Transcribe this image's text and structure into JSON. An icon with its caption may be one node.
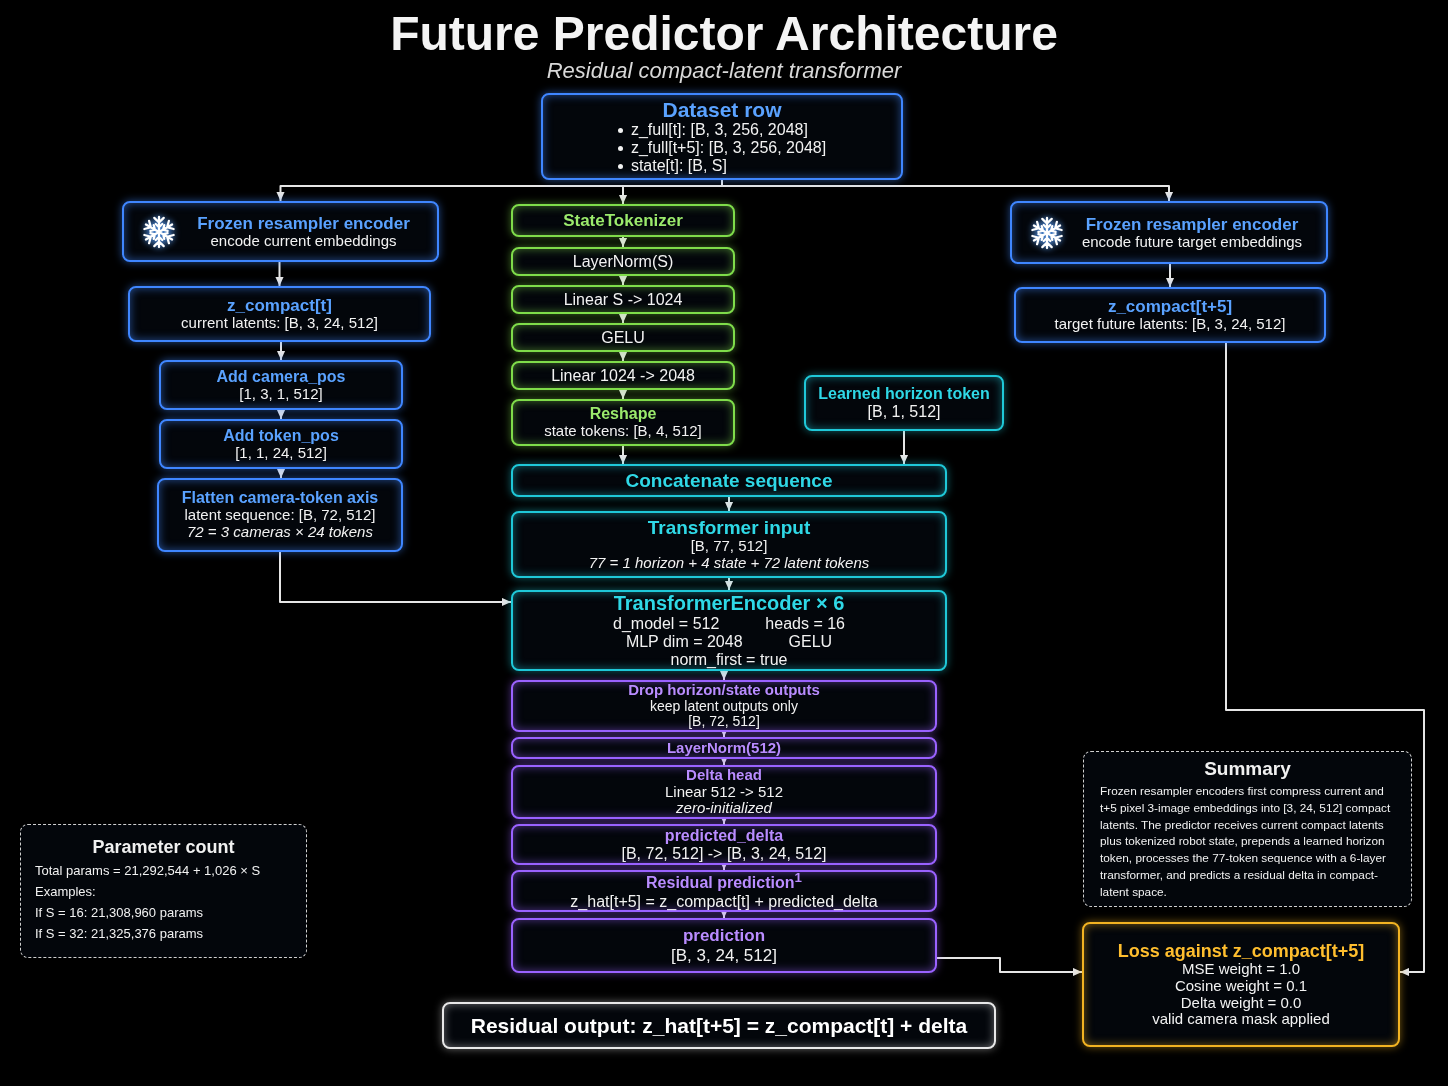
{
  "diagram": {
    "title": "Future Predictor Architecture",
    "nodes": [
      {
        "text": [
          "Dataset row",
          "z_full[t]: [B, 3, 256, 2048]",
          "z_full[t+5]: [B, 3, 256, 2048]",
          "state[t]: [B, S]"
        ]
      },
      {
        "text": [
          "Frozen resampler encoder",
          "encode current embeddings"
        ]
      },
      {
        "text": [
          "z_compact[t]",
          "current latents: [B, 3, 24, 512]"
        ]
      },
      {
        "text": [
          "Add camera_pos",
          "[1, 3, 1, 512]"
        ]
      },
      {
        "text": [
          "Add token_pos",
          "[1, 1, 24, 512]"
        ]
      },
      {
        "text": [
          "Flatten camera-token axis",
          "latent sequence: [B, 72, 512]",
          "72 = 3 cameras × 24 tokens"
        ]
      },
      {
        "text": [
          "StateTokenizer"
        ]
      },
      {
        "text": [
          "LayerNorm(S)"
        ]
      },
      {
        "text": [
          "Linear S -> 1024"
        ]
      },
      {
        "text": [
          "GELU"
        ]
      },
      {
        "text": [
          "Linear 1024 -> 2048"
        ]
      },
      {
        "text": [
          "Reshape",
          "state tokens: [B, 4, 512]"
        ]
      },
      {
        "text": [
          "Learned horizon token",
          "[B, 1, 512]"
        ]
      },
      {
        "text": [
          "Frozen resampler encoder",
          "encode future target embeddings"
        ]
      },
      {
        "text": [
          "z_compact[t+5]",
          "target future latents: [B, 3, 24, 512]"
        ]
      },
      {
        "text": [
          "Concatenate sequence"
        ]
      },
      {
        "text": [
          "Transformer input",
          "[B, 77, 512]",
          "77 = 1 horizon + 4 state + 72 latent tokens"
        ]
      },
      {
        "text": [
          "TransformerEncoder × 6",
          "d_model = 512",
          "heads = 16",
          "MLP dim = 2048",
          "GELU",
          "norm_first = true"
        ]
      },
      {
        "text": [
          "Drop horizon/state outputs",
          "keep latent outputs only",
          "[B, 72, 512]"
        ]
      },
      {
        "text": [
          "LayerNorm(512)"
        ]
      },
      {
        "text": [
          "Delta head",
          "Linear 512 -> 512",
          "zero-initialized"
        ]
      },
      {
        "text": [
          "predicted_delta",
          "[B, 72, 512] -> [B, 3, 24, 512]"
        ]
      },
      {
        "text": [
          "Residual prediction$^{1}$",
          "z_hat[t+5] = z_compact[t] + predicted_delta"
        ]
      },
      {
        "text": [
          "prediction",
          "[B, 3, 24, 512]"
        ]
      },
      {
        "text": [
          "Parameter count",
          "Total params = 21,292,544 + 1,026 × S",
          "Examples:",
          "If S = 16: 21,308,960 params",
          "If S = 32: 21,325,376 params"
        ]
      },
      {
        "text": [
          "Summary",
          "Frozen resampler encoders first compress current and t+5 pixel 3-image embeddings into [3, 24, 512] compact latents. The predictor receives current compact latents plus tokenized robot state, prepends a learned horizon token, processes the 77-token sequence with a 6-layer transformer, and predicts a residual delta in compact-latent space."
        ]
      },
      {
        "text": [
          "Loss against z_compact[t+5]",
          "MSE weight = 1.0",
          "Cosine weight = 0.1",
          "Delta weight = 0.0",
          "valid camera mask applied"
        ]
      },
      {
        "text": [
          "Residual output: z_hat[t+5] = z_compact[t] + delta"
        ]
      }
    ],
    "edges": [
      {
        "from": 0,
        "to": 1,
        "arrow": "to"
      },
      {
        "from": 0,
        "to": 6,
        "arrow": "to"
      },
      {
        "from": 0,
        "to": 13,
        "arrow": "to"
      },
      {
        "from": 1,
        "to": 2,
        "arrow": "to"
      },
      {
        "from": 2,
        "to": 3,
        "arrow": "to"
      },
      {
        "from": 3,
        "to": 4,
        "arrow": "to"
      },
      {
        "from": 4,
        "to": 5,
        "arrow": "to"
      },
      {
        "from": 5,
        "to": 17,
        "arrow": "to"
      },
      {
        "from": 6,
        "to": 7,
        "arrow": "to"
      },
      {
        "from": 7,
        "to": 8,
        "arrow": "to"
      },
      {
        "from": 8,
        "to": 9,
        "arrow": "to"
      },
      {
        "from": 9,
        "to": 10,
        "arrow": "to"
      },
      {
        "from": 10,
        "to": 11,
        "arrow": "to"
      },
      {
        "from": 11,
        "to": 15,
        "arrow": "to"
      },
      {
        "from": 12,
        "to": 15,
        "arrow": "to"
      },
      {
        "from": 13,
        "to": 14,
        "arrow": "to"
      },
      {
        "from": 14,
        "to": 26,
        "arrow": "to"
      },
      {
        "from": 15,
        "to": 16,
        "arrow": "to"
      },
      {
        "from": 16,
        "to": 17,
        "arrow": "to"
      },
      {
        "from": 17,
        "to": 18,
        "arrow": "to"
      },
      {
        "from": 18,
        "to": 19,
        "arrow": "to"
      },
      {
        "from": 19,
        "to": 20,
        "arrow": "to"
      },
      {
        "from": 20,
        "to": 21,
        "arrow": "to"
      },
      {
        "from": 21,
        "to": 22,
        "arrow": "to"
      },
      {
        "from": 22,
        "to": 23,
        "arrow": "to"
      },
      {
        "from": 23,
        "to": 26,
        "arrow": "to"
      }
    ],
    "labels": [
      "Residual compact-latent transformer"
    ]
  }
}
